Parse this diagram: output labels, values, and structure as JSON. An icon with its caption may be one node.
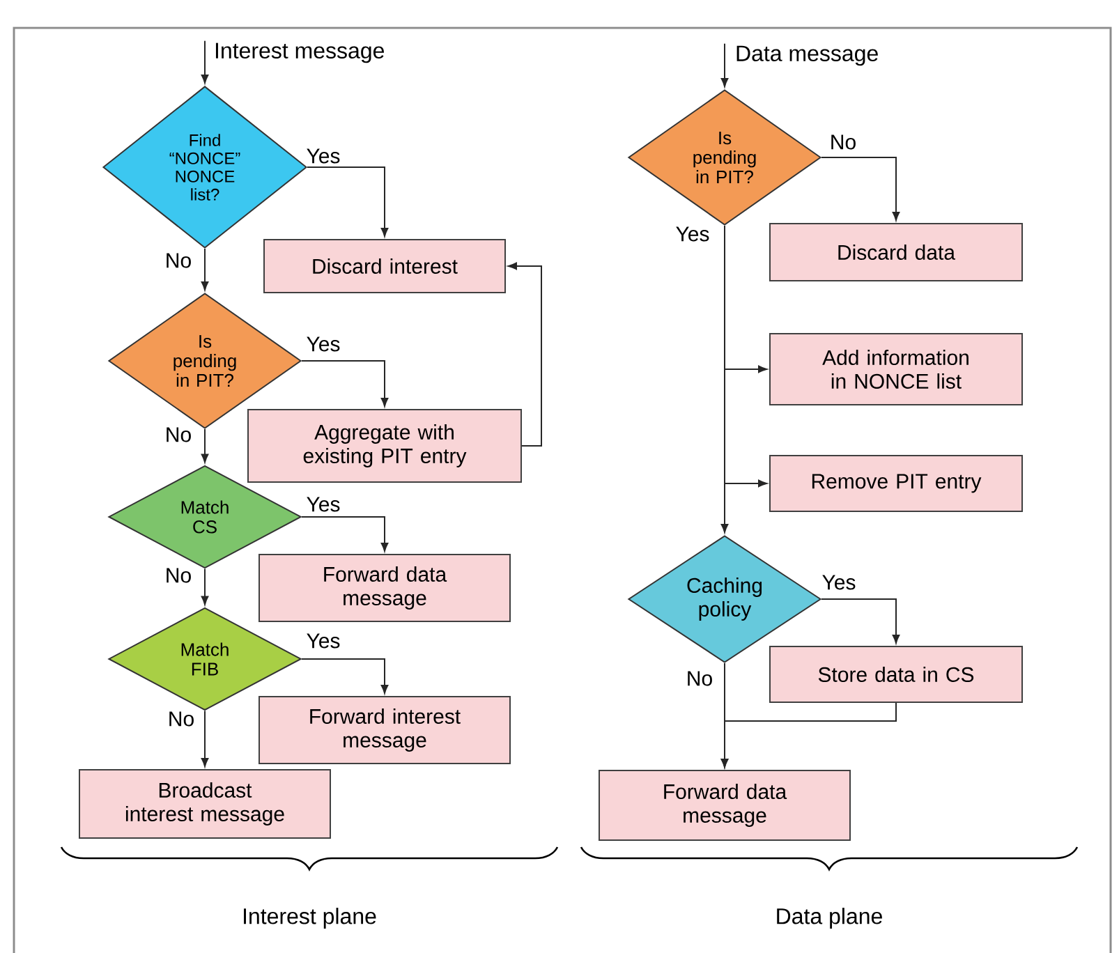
{
  "diagram": {
    "nodes": [
      {
        "text": [
          "Interest message"
        ]
      },
      {
        "text": [
          "Find “NONCE” NONCE list?"
        ]
      },
      {
        "text": [
          "Discard interest"
        ]
      },
      {
        "text": [
          "Is pending in PIT?"
        ]
      },
      {
        "text": [
          "Aggregate with existing PIT entry"
        ]
      },
      {
        "text": [
          "Match CS"
        ]
      },
      {
        "text": [
          "Forward data message"
        ]
      },
      {
        "text": [
          "Match FIB"
        ]
      },
      {
        "text": [
          "Forward interest message"
        ]
      },
      {
        "text": [
          "Broadcast interest message"
        ]
      },
      {
        "text": [
          "Data message"
        ]
      },
      {
        "text": [
          "Is pending in PIT?"
        ]
      },
      {
        "text": [
          "Discard data"
        ]
      },
      {
        "text": [
          "Add information in NONCE list"
        ]
      },
      {
        "text": [
          "Remove PIT entry"
        ]
      },
      {
        "text": [
          "Caching policy"
        ]
      },
      {
        "text": [
          "Store data in CS"
        ]
      },
      {
        "text": [
          "Forward data message"
        ]
      }
    ],
    "edges": [
      {
        "from": 0,
        "to": 1,
        "arrow": "to"
      },
      {
        "from": 1,
        "to": 2,
        "arrow": "to",
        "label": "Yes"
      },
      {
        "from": 1,
        "to": 3,
        "arrow": "to",
        "label": "No"
      },
      {
        "from": 3,
        "to": 4,
        "arrow": "to",
        "label": "Yes"
      },
      {
        "from": 3,
        "to": 5,
        "arrow": "to",
        "label": "No"
      },
      {
        "from": 4,
        "to": 2,
        "arrow": "to"
      },
      {
        "from": 5,
        "to": 6,
        "arrow": "to",
        "label": "Yes"
      },
      {
        "from": 5,
        "to": 7,
        "arrow": "to",
        "label": "No"
      },
      {
        "from": 7,
        "to": 8,
        "arrow": "to",
        "label": "Yes"
      },
      {
        "from": 7,
        "to": 9,
        "arrow": "to",
        "label": "No"
      },
      {
        "from": 10,
        "to": 11,
        "arrow": "to"
      },
      {
        "from": 11,
        "to": 12,
        "arrow": "to",
        "label": "No"
      },
      {
        "from": 11,
        "to": 13,
        "arrow": "to"
      },
      {
        "from": 11,
        "to": 14,
        "arrow": "to"
      },
      {
        "from": 11,
        "to": 15,
        "arrow": "to",
        "label": "Yes"
      },
      {
        "from": 15,
        "to": 16,
        "arrow": "to",
        "label": "Yes"
      },
      {
        "from": 15,
        "to": 17,
        "arrow": "to",
        "label": "No"
      },
      {
        "from": 16,
        "to": 17,
        "arrow": "to"
      }
    ],
    "labels": [
      "Interest plane",
      "Data plane"
    ]
  }
}
